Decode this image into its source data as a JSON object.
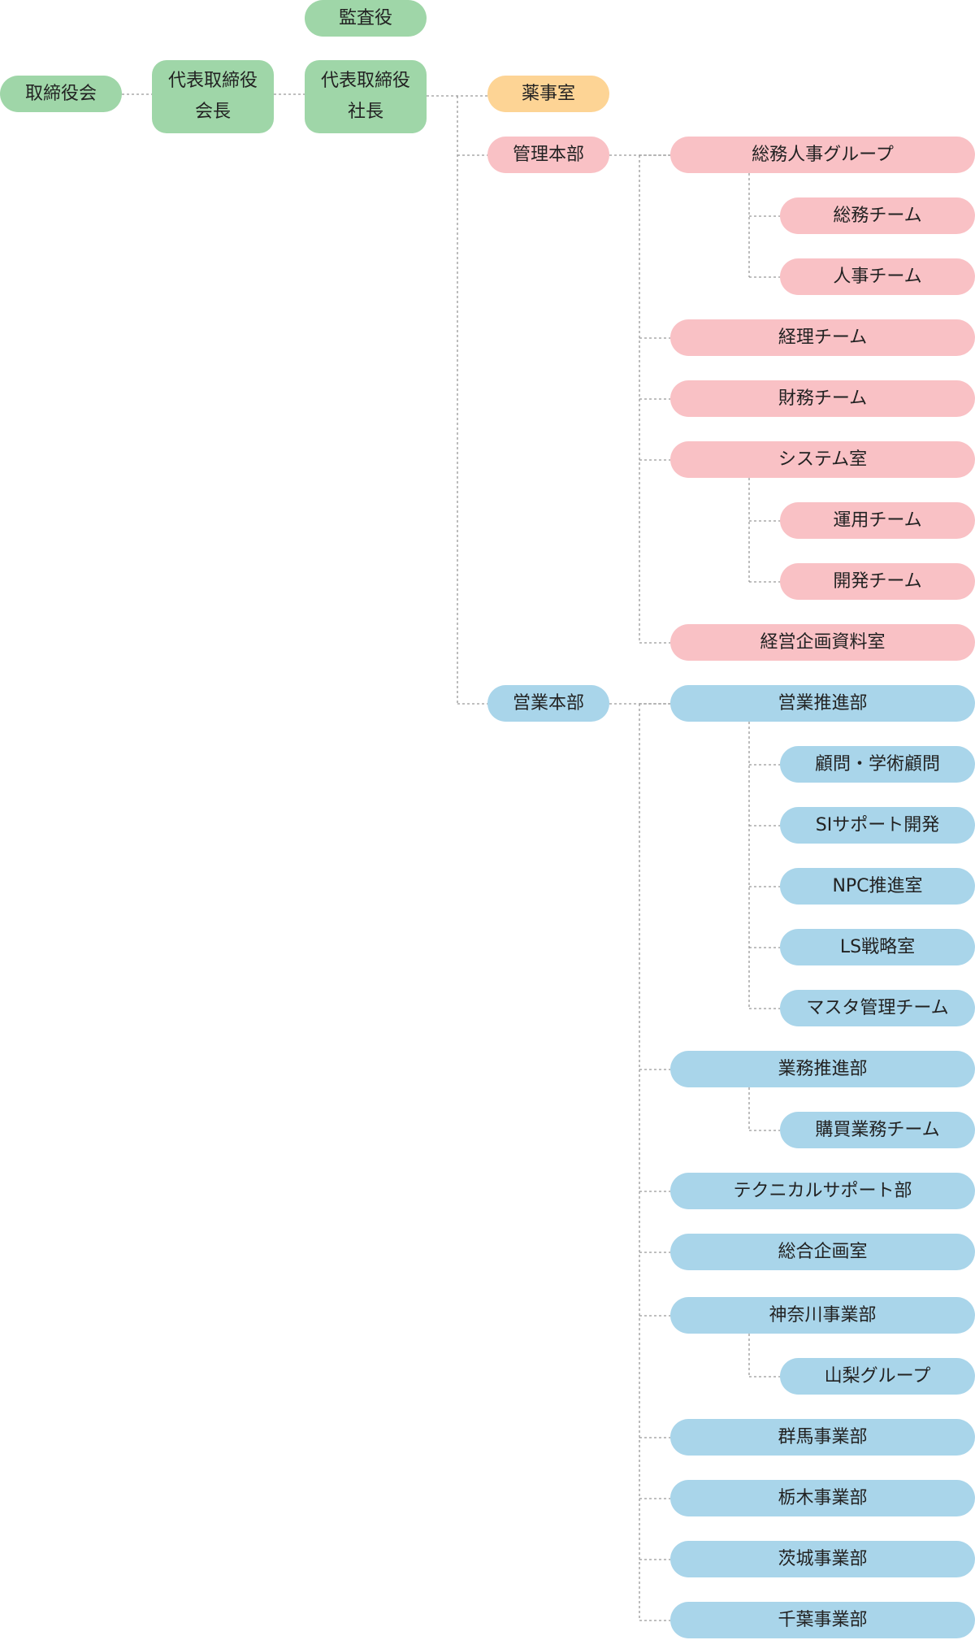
{
  "org": {
    "auditor": "監査役",
    "board": "取締役会",
    "chairman": {
      "line1": "代表取締役",
      "line2": "会長"
    },
    "president": {
      "line1": "代表取締役",
      "line2": "社長"
    },
    "pharmacy": "薬事室",
    "admin": {
      "label": "管理本部",
      "units": [
        {
          "label": "総務人事グループ",
          "teams": [
            "総務チーム",
            "人事チーム"
          ]
        },
        {
          "label": "経理チーム",
          "teams": []
        },
        {
          "label": "財務チーム",
          "teams": []
        },
        {
          "label": "システム室",
          "teams": [
            "運用チーム",
            "開発チーム"
          ]
        },
        {
          "label": "経営企画資料室",
          "teams": []
        }
      ]
    },
    "sales": {
      "label": "営業本部",
      "units": [
        {
          "label": "営業推進部",
          "teams": [
            "顧問・学術顧問",
            "SIサポート開発",
            "NPC推進室",
            "LS戦略室",
            "マスタ管理チーム"
          ]
        },
        {
          "label": "業務推進部",
          "teams": [
            "購買業務チーム"
          ]
        },
        {
          "label": "テクニカルサポート部",
          "teams": []
        },
        {
          "label": "総合企画室",
          "teams": []
        },
        {
          "label": "神奈川事業部",
          "teams": [
            "山梨グループ"
          ]
        },
        {
          "label": "群馬事業部",
          "teams": []
        },
        {
          "label": "栃木事業部",
          "teams": []
        },
        {
          "label": "茨城事業部",
          "teams": []
        },
        {
          "label": "千葉事業部",
          "teams": []
        }
      ]
    }
  },
  "colors": {
    "executive": "#9fd6a8",
    "pharmacy": "#fdd495",
    "admin": "#f9c1c5",
    "sales": "#a9d5ea",
    "connector": "#999999"
  }
}
